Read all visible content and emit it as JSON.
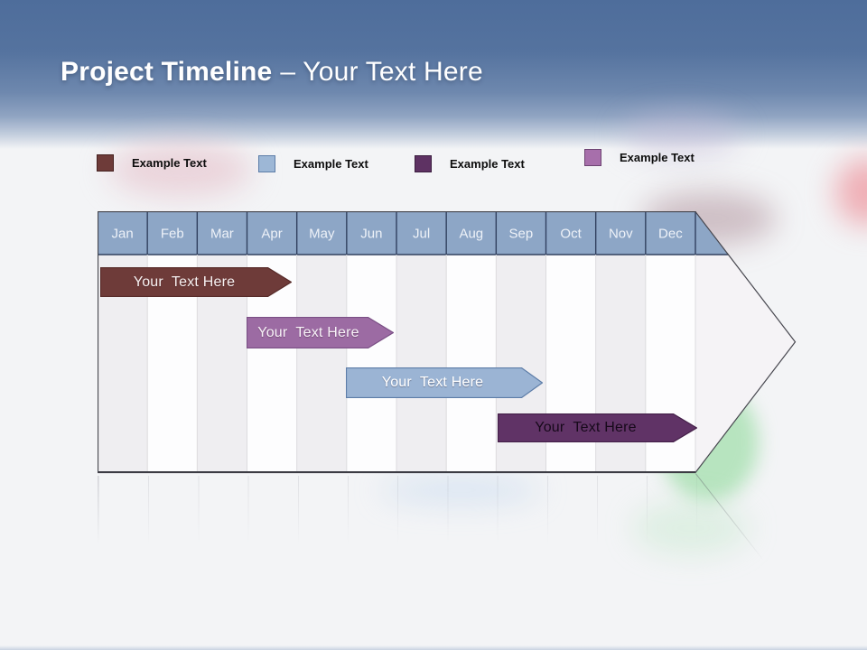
{
  "slide": {
    "title_primary": "Project Timeline",
    "title_secondary": "– Your Text Here"
  },
  "legend": {
    "items": [
      {
        "label": "Example Text",
        "color": "#6e3b39",
        "border": "#45211f"
      },
      {
        "label": "Example Text",
        "border": "#5d7da8",
        "color": "#9db7d6"
      },
      {
        "label": "Example Text",
        "color": "#5e3263",
        "border": "#3a1d3f"
      },
      {
        "label": "Example Text",
        "color": "#a76fab",
        "border": "#6d4472"
      }
    ]
  },
  "timeline": {
    "months": [
      "Jan",
      "Feb",
      "Mar",
      "Apr",
      "May",
      "Jun",
      "Jul",
      "Aug",
      "Sep",
      "Oct",
      "Nov",
      "Dec"
    ],
    "header_fill": "#8da6c6",
    "header_text_color": "#eef2f8",
    "bars": [
      {
        "label": "Your  Text Here",
        "fill": "#6e3b39",
        "stroke": "#572b29",
        "text_color": "#f7f1f1",
        "start_month": "Jan",
        "end_month": "Apr"
      },
      {
        "label": "Your  Text Here",
        "fill": "#9c6ba3",
        "stroke": "#7a4f85",
        "text_color": "#f8f2f8",
        "start_month": "Apr",
        "end_month": "Jun"
      },
      {
        "label": "Your  Text Here",
        "fill": "#9bb4d4",
        "stroke": "#5d7da8",
        "text_color": "#ffffff",
        "start_month": "Jun",
        "end_month": "Sep"
      },
      {
        "label": "Your  Text Here",
        "fill": "#603366",
        "stroke": "#431f48",
        "text_color": "#16091a",
        "start_month": "Sep",
        "end_month": "Dec"
      }
    ]
  }
}
